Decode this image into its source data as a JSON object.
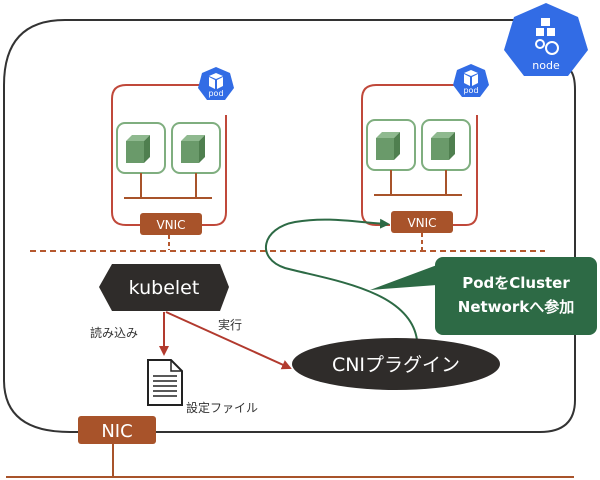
{
  "colors": {
    "node_border": "#333333",
    "pod_border": "#c0483a",
    "container_green": "#6a9a6a",
    "container_border": "#7fae7f",
    "vnic_fill": "#a8532a",
    "dashed_line": "#b5582e",
    "k8s_blue": "#326ce5",
    "dark_fill": "#2f2c2a",
    "arrow_red": "#b23a2e",
    "callout_green": "#2d6a45",
    "green_arrow": "#2d6a45"
  },
  "node": {
    "icon_label": "node"
  },
  "pods": [
    {
      "icon_label": "pod",
      "vnic_label": "VNIC"
    },
    {
      "icon_label": "pod",
      "vnic_label": "VNIC"
    }
  ],
  "kubelet": {
    "label": "kubelet"
  },
  "arrows": {
    "read_label": "読み込み",
    "exec_label": "実行"
  },
  "config_file": {
    "label": "設定ファイル"
  },
  "cni": {
    "label": "CNIプラグイン"
  },
  "callout": {
    "line1": "PodをCluster",
    "line2": "Networkへ参加"
  },
  "nic": {
    "label": "NIC"
  }
}
